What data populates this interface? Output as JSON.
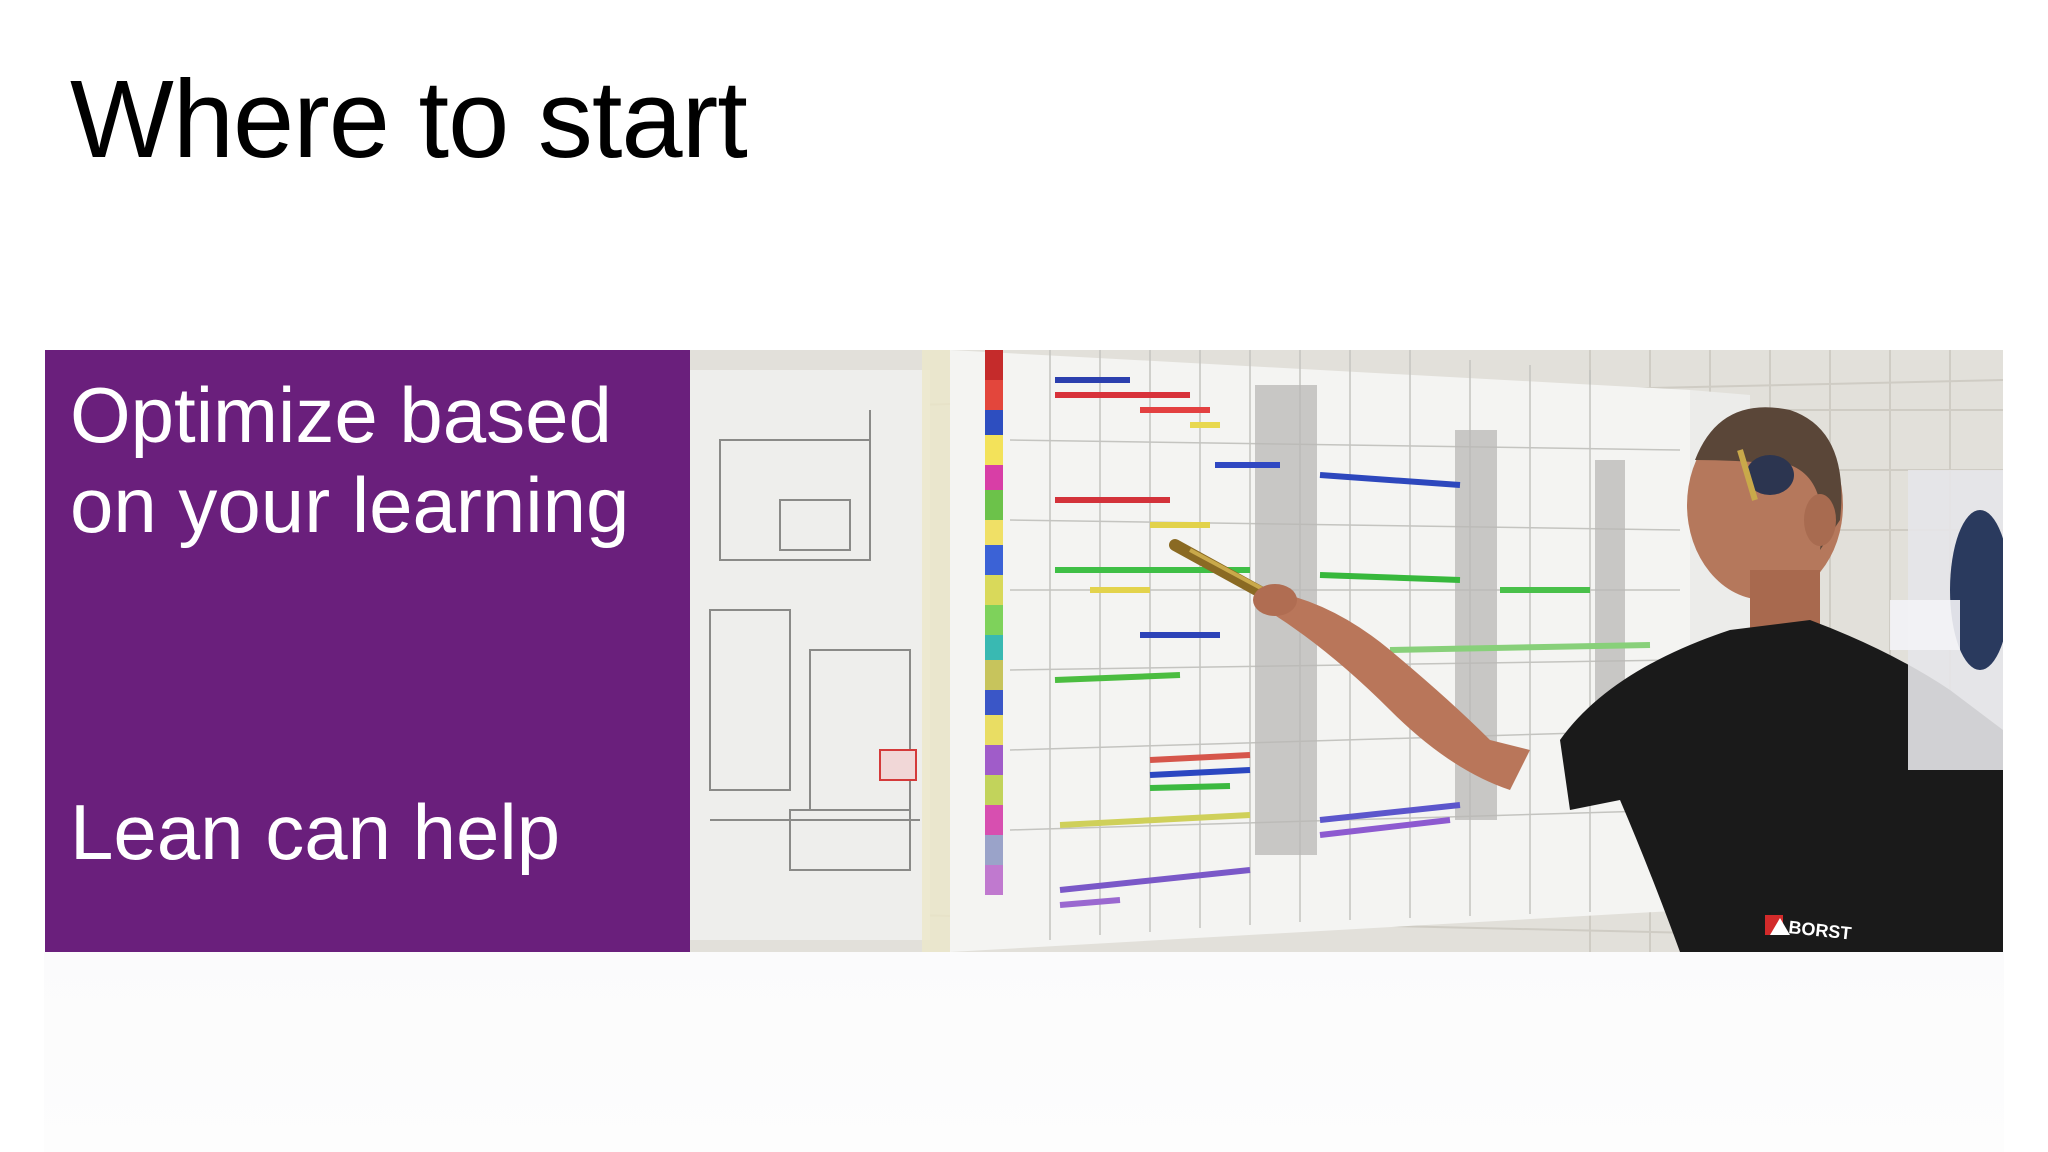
{
  "slide": {
    "title": "Where to start",
    "panel": {
      "main_text": "Optimize based on your learning",
      "sub_text": "Lean can help",
      "background": "#6a1f7c",
      "text_color": "#ffffff"
    },
    "photo": {
      "shirt_logo": "BORST"
    }
  }
}
